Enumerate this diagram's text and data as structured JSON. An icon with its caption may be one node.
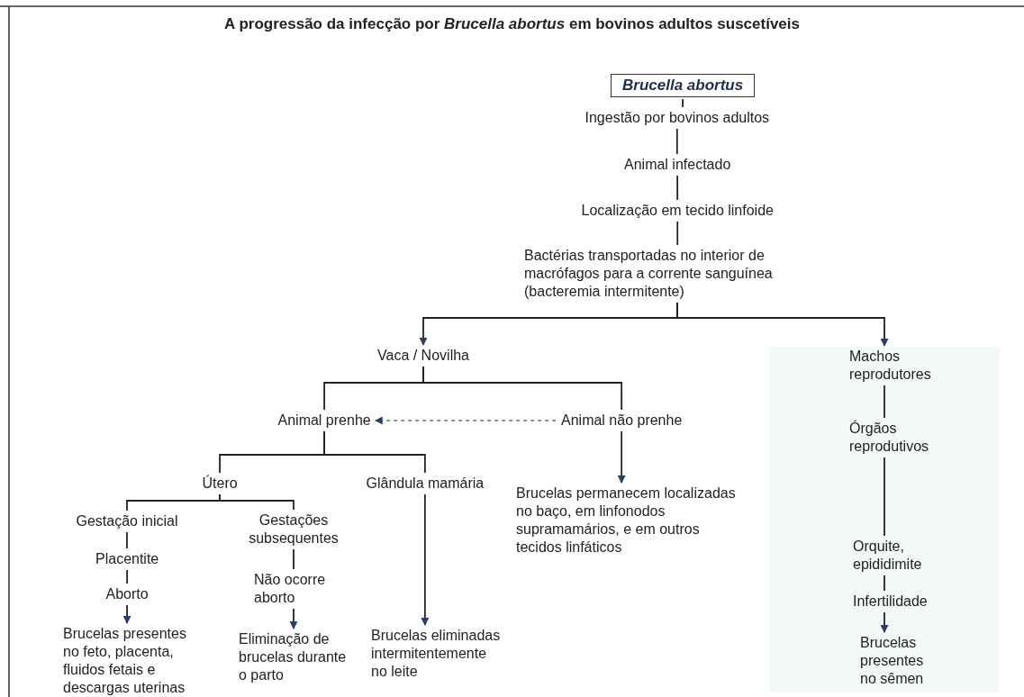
{
  "diagram": {
    "title": "A progressão da infecção por *Brucella abortus* em bovinos adultos suscetíveis",
    "nodes": [
      {
        "text": [
          "Brucella abortus"
        ]
      },
      {
        "text": [
          "Ingestão por bovinos adultos"
        ]
      },
      {
        "text": [
          "Animal infectado"
        ]
      },
      {
        "text": [
          "Localização em tecido linfoide"
        ]
      },
      {
        "text": [
          "Bactérias transportadas no interior de macrófagos para a corrente sanguínea (bacteremia intermitente)"
        ]
      },
      {
        "text": [
          "Vaca / Novilha"
        ]
      },
      {
        "text": [
          "Machos reprodutores"
        ]
      },
      {
        "text": [
          "Animal prenhe"
        ]
      },
      {
        "text": [
          "Animal não prenhe"
        ]
      },
      {
        "text": [
          "Útero"
        ]
      },
      {
        "text": [
          "Glândula mamária"
        ]
      },
      {
        "text": [
          "Gestação inicial"
        ]
      },
      {
        "text": [
          "Gestações subsequentes"
        ]
      },
      {
        "text": [
          "Placentite"
        ]
      },
      {
        "text": [
          "Não ocorre aborto"
        ]
      },
      {
        "text": [
          "Aborto"
        ]
      },
      {
        "text": [
          "Brucelas presentes no feto, placenta, fluidos fetais e descargas uterinas"
        ]
      },
      {
        "text": [
          "Eliminação de brucelas durante o parto"
        ]
      },
      {
        "text": [
          "Brucelas eliminadas intermitentemente no leite"
        ]
      },
      {
        "text": [
          "Brucelas permanecem localizadas no baço, em linfonodos supramamários, e em outros tecidos linfáticos"
        ]
      },
      {
        "text": [
          "Órgãos reprodutivos"
        ]
      },
      {
        "text": [
          "Orquite, epididimite"
        ]
      },
      {
        "text": [
          "Infertilidade"
        ]
      },
      {
        "text": [
          "Brucelas presentes no sêmen"
        ]
      }
    ],
    "edges": [
      {
        "from": 0,
        "to": 1,
        "arrow": "none"
      },
      {
        "from": 1,
        "to": 2,
        "arrow": "none"
      },
      {
        "from": 2,
        "to": 3,
        "arrow": "none"
      },
      {
        "from": 3,
        "to": 4,
        "arrow": "none"
      },
      {
        "from": 4,
        "to": 5,
        "arrow": "to"
      },
      {
        "from": 4,
        "to": 6,
        "arrow": "to"
      },
      {
        "from": 5,
        "to": 7,
        "arrow": "none"
      },
      {
        "from": 5,
        "to": 8,
        "arrow": "none"
      },
      {
        "from": 8,
        "to": 7,
        "arrow": "to",
        "style": "dashed"
      },
      {
        "from": 7,
        "to": 9,
        "arrow": "none"
      },
      {
        "from": 7,
        "to": 10,
        "arrow": "none"
      },
      {
        "from": 9,
        "to": 11,
        "arrow": "none"
      },
      {
        "from": 9,
        "to": 12,
        "arrow": "none"
      },
      {
        "from": 11,
        "to": 13,
        "arrow": "none"
      },
      {
        "from": 13,
        "to": 15,
        "arrow": "none"
      },
      {
        "from": 15,
        "to": 16,
        "arrow": "to"
      },
      {
        "from": 12,
        "to": 14,
        "arrow": "none"
      },
      {
        "from": 14,
        "to": 17,
        "arrow": "to"
      },
      {
        "from": 10,
        "to": 18,
        "arrow": "to"
      },
      {
        "from": 8,
        "to": 19,
        "arrow": "to"
      },
      {
        "from": 6,
        "to": 20,
        "arrow": "none"
      },
      {
        "from": 20,
        "to": 21,
        "arrow": "none"
      },
      {
        "from": 21,
        "to": 22,
        "arrow": "none"
      },
      {
        "from": 22,
        "to": 23,
        "arrow": "to"
      }
    ]
  }
}
